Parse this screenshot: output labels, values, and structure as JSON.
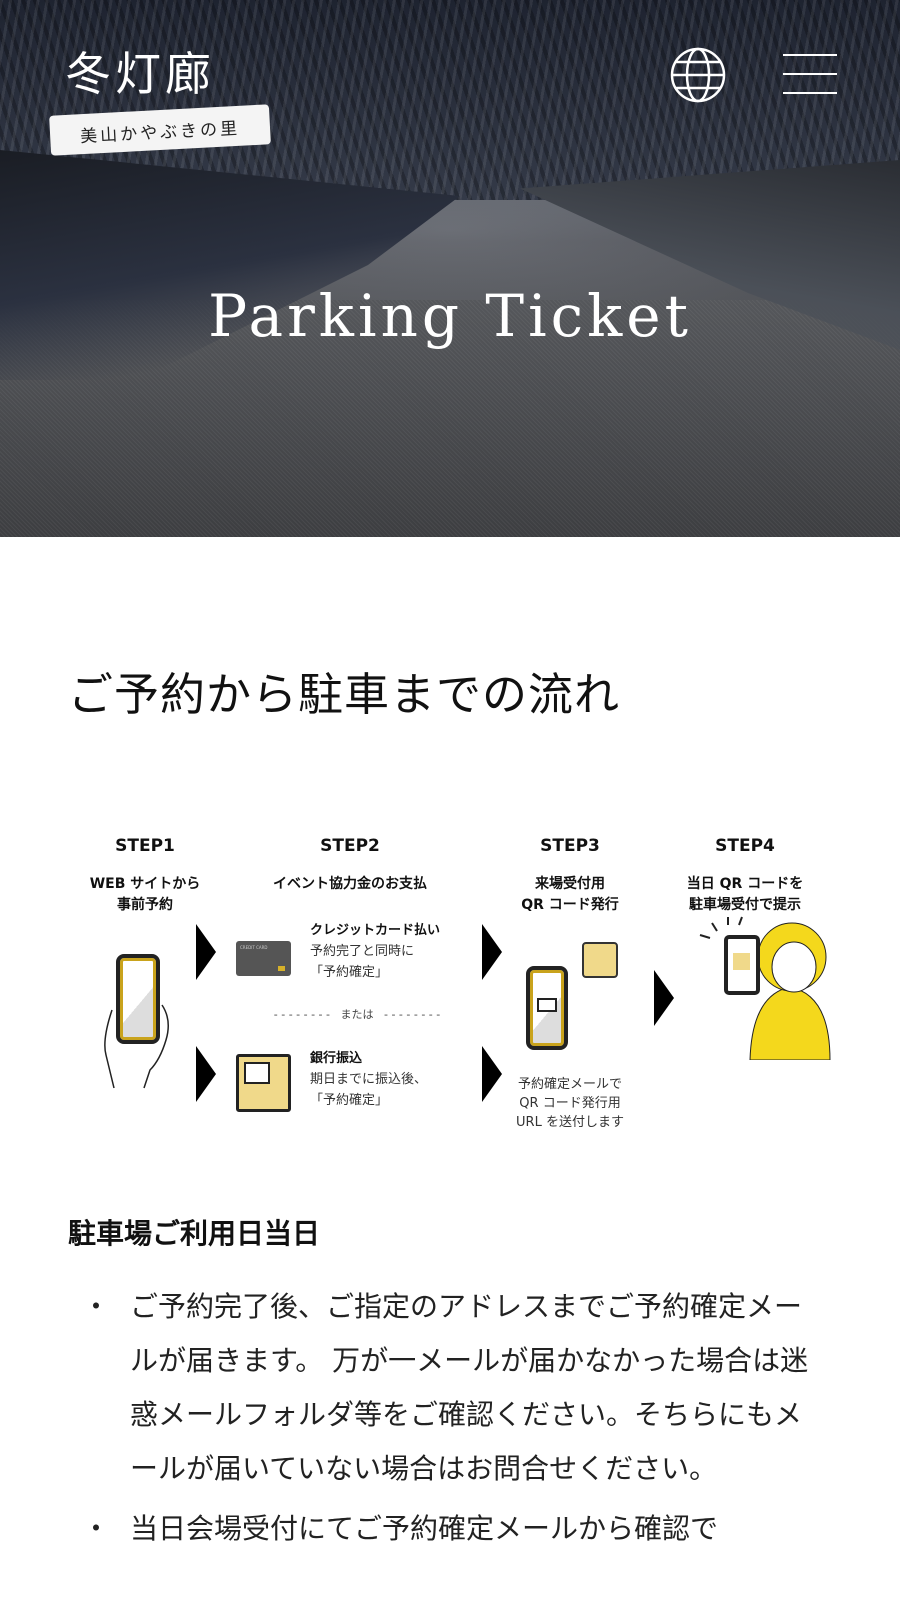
{
  "header": {
    "logo_main": "冬灯廊",
    "logo_sub": "美山かやぶきの里",
    "globe_icon": "globe-icon",
    "menu_icon": "hamburger-menu-icon"
  },
  "hero": {
    "title": "Parking Ticket"
  },
  "main": {
    "heading": "ご予約から駐車までの流れ",
    "steps": [
      {
        "step": "STEP1",
        "desc1": "WEB サイトから",
        "desc2": "事前予約"
      },
      {
        "step": "STEP2",
        "desc1": "イベント協力金のお支払",
        "card_title": "クレジットカード払い",
        "card_l1": "予約完了と同時に",
        "card_l2": "「予約確定」",
        "or": "または",
        "bank_title": "銀行振込",
        "bank_l1": "期日までに振込後、",
        "bank_l2": "「予約確定」",
        "card_label": "CREDIT CARD"
      },
      {
        "step": "STEP3",
        "desc1": "来場受付用",
        "desc2": "QR コード発行",
        "note1": "予約確定メールで",
        "note2": "QR コード発行用",
        "note3": "URL を送付します"
      },
      {
        "step": "STEP4",
        "desc1": "当日 QR コードを",
        "desc2": "駐車場受付で提示"
      }
    ],
    "subheading": "駐車場ご利用日当日",
    "bullet": "・",
    "items": [
      "ご予約完了後、ご指定のアドレスまでご予約確定メールが届きます。 万が一メールが届かなかった場合は迷惑メールフォルダ等をご確認ください。そちらにもメールが届いていない場合はお問合せください。",
      "当日会場受付にてご予約確定メールから確認で"
    ],
    "accent": "#f2d51e"
  }
}
